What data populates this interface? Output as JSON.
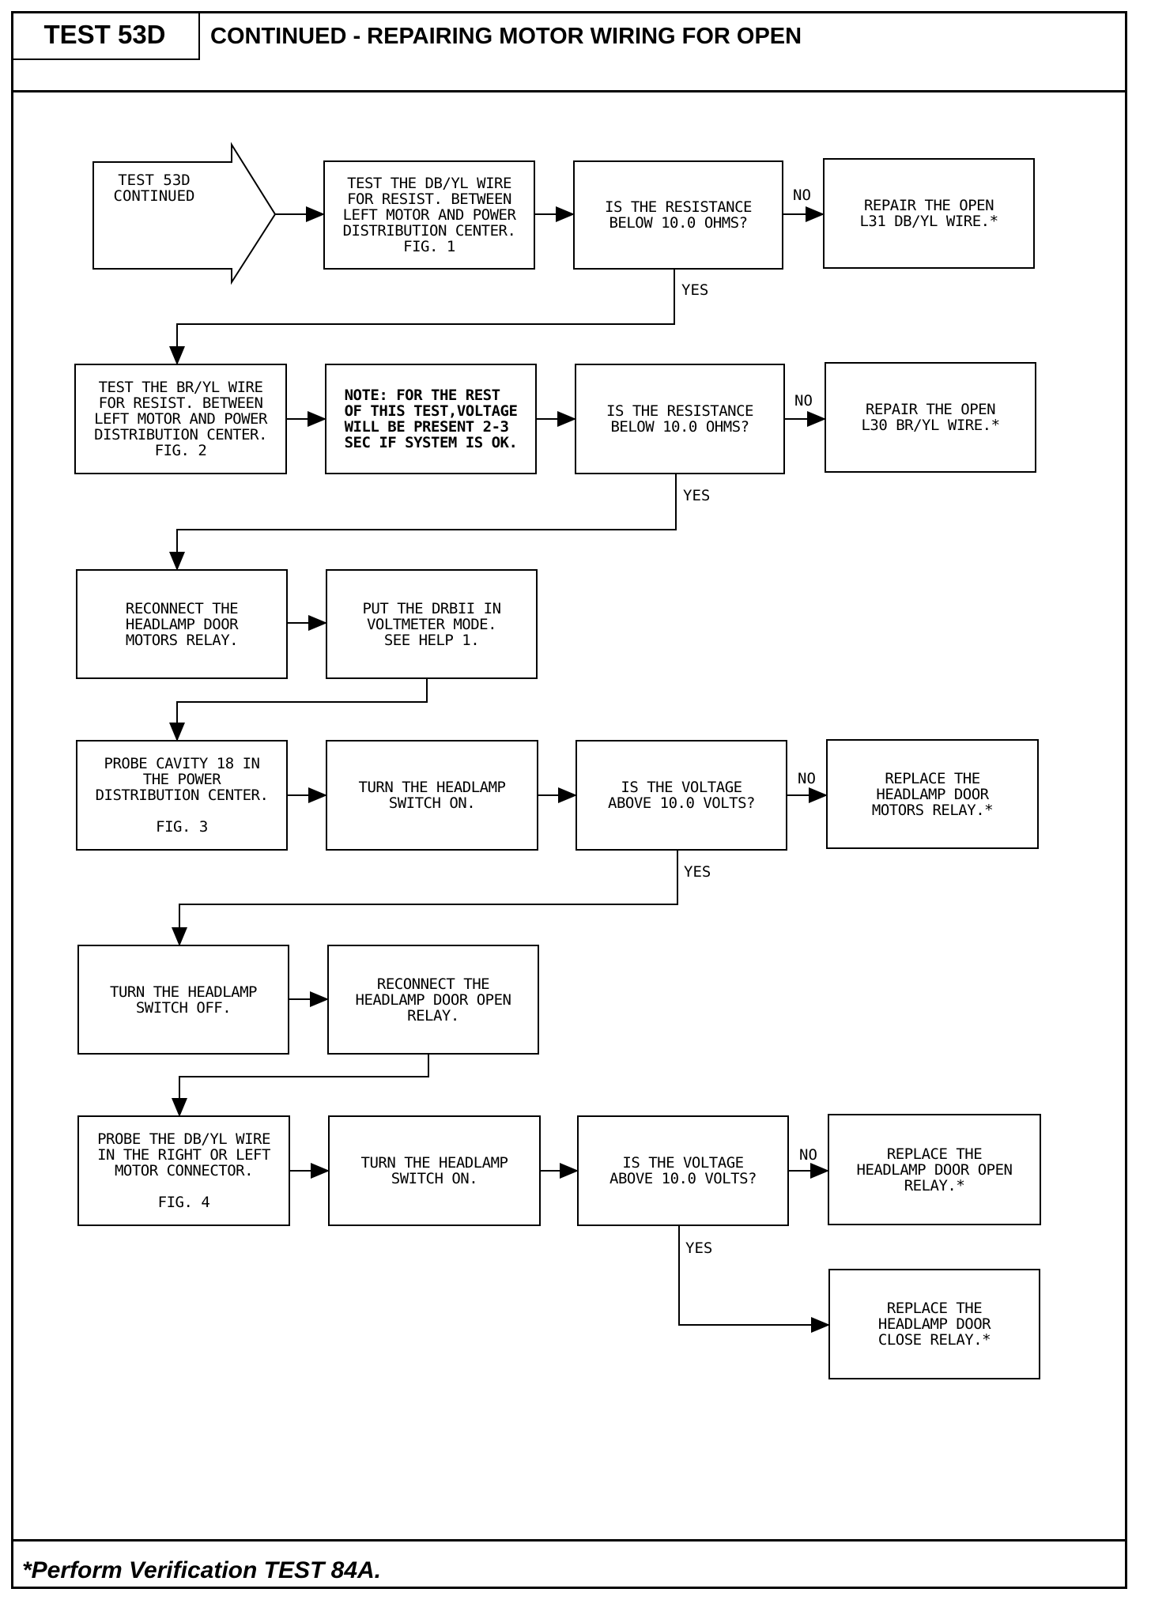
{
  "header": {
    "test_id": "TEST 53D",
    "title": "CONTINUED - REPAIRING MOTOR WIRING FOR OPEN"
  },
  "footer": {
    "note": "*Perform Verification TEST 84A."
  },
  "flowchart": {
    "start": "TEST 53D\nCONTINUED",
    "row1": {
      "step": "TEST THE DB/YL WIRE\nFOR RESIST. BETWEEN\nLEFT MOTOR AND POWER\nDISTRIBUTION CENTER.\nFIG. 1",
      "decision": "IS THE RESISTANCE\nBELOW 10.0 OHMS?",
      "no_label": "NO",
      "no_action": "REPAIR THE OPEN\nL31 DB/YL WIRE.*",
      "yes_label": "YES"
    },
    "row2": {
      "step": "TEST THE BR/YL WIRE\nFOR RESIST. BETWEEN\nLEFT MOTOR AND POWER\nDISTRIBUTION CENTER.\nFIG. 2",
      "note": "NOTE:  FOR THE REST\nOF THIS TEST,VOLTAGE\nWILL BE PRESENT 2-3\nSEC IF SYSTEM IS OK.",
      "decision": "IS THE RESISTANCE\nBELOW 10.0 OHMS?",
      "no_label": "NO",
      "no_action": "REPAIR THE OPEN\nL30 BR/YL WIRE.*",
      "yes_label": "YES"
    },
    "row3": {
      "step": "RECONNECT THE\nHEADLAMP DOOR\nMOTORS RELAY.",
      "step2": "PUT THE DRBII IN\nVOLTMETER MODE.\nSEE HELP 1."
    },
    "row4": {
      "step": "PROBE CAVITY 18 IN\nTHE POWER\nDISTRIBUTION CENTER.\n\nFIG. 3",
      "step2": "TURN THE HEADLAMP\nSWITCH ON.",
      "decision": "IS THE VOLTAGE\nABOVE 10.0 VOLTS?",
      "no_label": "NO",
      "no_action": "REPLACE THE\nHEADLAMP DOOR\nMOTORS RELAY.*",
      "yes_label": "YES"
    },
    "row5": {
      "step": "TURN THE HEADLAMP\nSWITCH OFF.",
      "step2": "RECONNECT THE\nHEADLAMP DOOR OPEN\nRELAY."
    },
    "row6": {
      "step": "PROBE THE DB/YL WIRE\nIN THE RIGHT OR LEFT\nMOTOR CONNECTOR.\n\nFIG. 4",
      "step2": "TURN THE HEADLAMP\nSWITCH ON.",
      "decision": "IS THE VOLTAGE\nABOVE 10.0 VOLTS?",
      "no_label": "NO",
      "no_action": "REPLACE THE\nHEADLAMP DOOR OPEN\nRELAY.*",
      "yes_label": "YES",
      "yes_action": "REPLACE THE\nHEADLAMP DOOR\nCLOSE RELAY.*"
    }
  }
}
